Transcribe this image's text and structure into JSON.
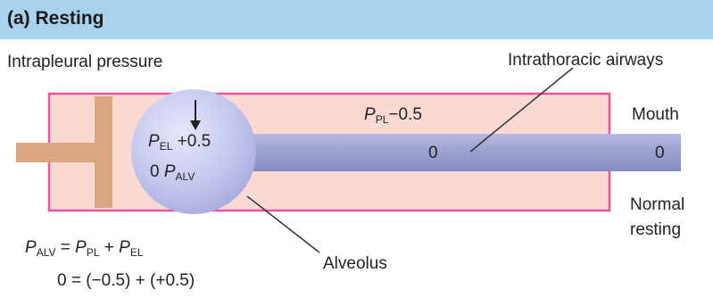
{
  "header": {
    "title": "(a) Resting"
  },
  "labels": {
    "intrapleural_pressure": "Intrapleural pressure",
    "intrathoracic_airways": "Intrathoracic airways",
    "mouth": "Mouth",
    "normal_resting_line1": "Normal",
    "normal_resting_line2": "resting",
    "alveolus": "Alveolus",
    "airway_pressure": "0",
    "mouth_pressure": "0"
  },
  "alveolus_values": {
    "pel_symbol": "P",
    "pel_sub": "EL",
    "pel_value": "+0.5",
    "palv_prefix": "0 ",
    "palv_symbol": "P",
    "palv_sub": "ALV"
  },
  "pleural": {
    "ppl_symbol": "P",
    "ppl_sub": "PL",
    "ppl_value": "−0.5"
  },
  "equation": {
    "lhs_symbol": "P",
    "lhs_sub": "ALV",
    "eq": " = ",
    "t1_symbol": "P",
    "t1_sub": "PL",
    "plus": " + ",
    "t2_symbol": "P",
    "t2_sub": "EL",
    "line2": "0 = (−0.5) + (+0.5)"
  },
  "colors": {
    "header_bg": "#a9d3ec",
    "chamber_fill": "#fbd9d3",
    "chamber_border": "#e8559e",
    "piston": "#d9a680",
    "airway": "#9aa0cf",
    "alveolus": "#c5c8ee"
  }
}
